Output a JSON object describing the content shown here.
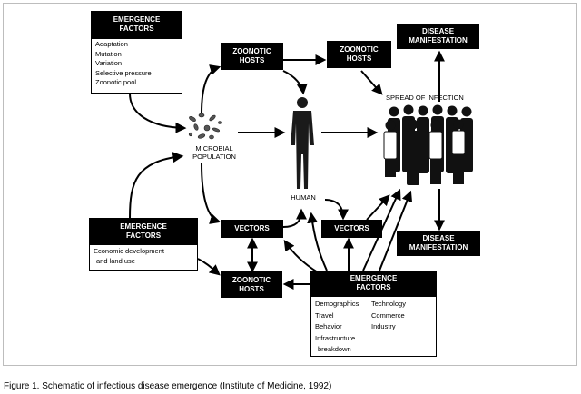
{
  "caption": {
    "prefix": "Figure 1.",
    "text": "Schematic of infectious disease emergence (Institute of Medicine, 1992)"
  },
  "emergence_top": {
    "title_line1": "EMERGENCE",
    "title_line2": "FACTORS",
    "items": [
      "Adaptation",
      "Mutation",
      "Variation",
      "Selective pressure",
      "Zoonotic pool"
    ]
  },
  "emergence_left": {
    "title_line1": "EMERGENCE",
    "title_line2": "FACTORS",
    "items": [
      "Economic development",
      "and land use"
    ]
  },
  "emergence_bottom": {
    "title_line1": "EMERGENCE",
    "title_line2": "FACTORS",
    "col1": [
      "Demographics",
      "Travel",
      "Behavior",
      "Infrastructure",
      "breakdown"
    ],
    "col2": [
      "Technology",
      "Commerce",
      "Industry"
    ]
  },
  "zoonotic_top_left": {
    "line1": "ZOONOTIC",
    "line2": "HOSTS"
  },
  "zoonotic_top_right": {
    "line1": "ZOONOTIC",
    "line2": "HOSTS"
  },
  "zoonotic_bottom": {
    "line1": "ZOONOTIC",
    "line2": "HOSTS"
  },
  "disease_top": {
    "line1": "DISEASE",
    "line2": "MANIFESTATION"
  },
  "disease_bottom": {
    "line1": "DISEASE",
    "line2": "MANIFESTATION"
  },
  "vectors_left": "VECTORS",
  "vectors_right": "VECTORS",
  "microbial": {
    "line1": "MICROBIAL",
    "line2": "POPULATION"
  },
  "human_label": "HUMAN",
  "spread_label": "SPREAD OF INFECTION",
  "colors": {
    "box_fill": "#000000",
    "box_text": "#ffffff",
    "line": "#000000"
  }
}
